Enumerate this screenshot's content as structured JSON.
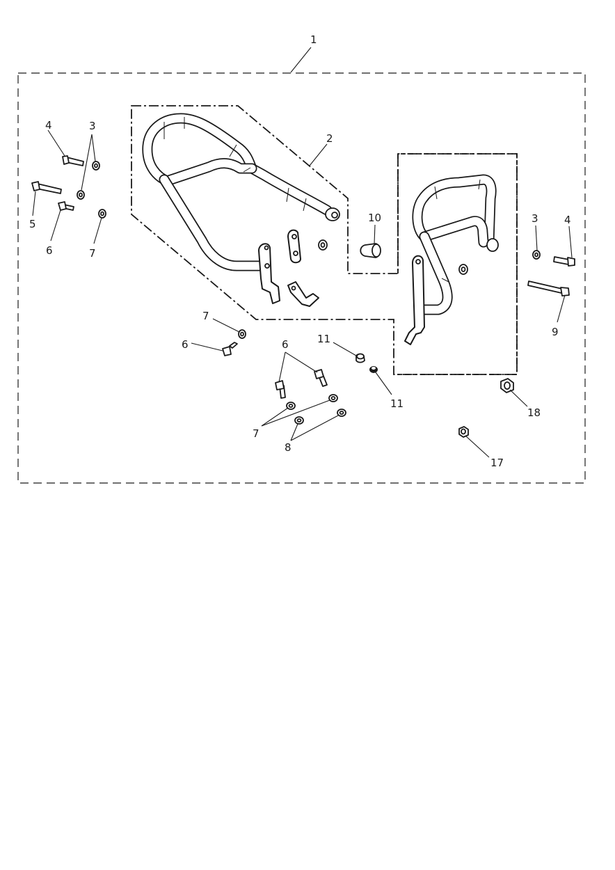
{
  "diagram": {
    "line_color": "#1a1a1a",
    "background": "#ffffff",
    "callouts": [
      {
        "id": "c1",
        "text": "1"
      },
      {
        "id": "c2",
        "text": "2"
      },
      {
        "id": "c3a",
        "text": "3"
      },
      {
        "id": "c4a",
        "text": "4"
      },
      {
        "id": "c5",
        "text": "5"
      },
      {
        "id": "c6a",
        "text": "6"
      },
      {
        "id": "c7a",
        "text": "7"
      },
      {
        "id": "c10",
        "text": "10"
      },
      {
        "id": "c3b",
        "text": "3"
      },
      {
        "id": "c4b",
        "text": "4"
      },
      {
        "id": "c9",
        "text": "9"
      },
      {
        "id": "c7b",
        "text": "7"
      },
      {
        "id": "c6b",
        "text": "6"
      },
      {
        "id": "c6c",
        "text": "6"
      },
      {
        "id": "c11a",
        "text": "11"
      },
      {
        "id": "c11b",
        "text": "11"
      },
      {
        "id": "c7c",
        "text": "7"
      },
      {
        "id": "c8",
        "text": "8"
      },
      {
        "id": "c18",
        "text": "18"
      },
      {
        "id": "c17",
        "text": "17"
      }
    ]
  }
}
